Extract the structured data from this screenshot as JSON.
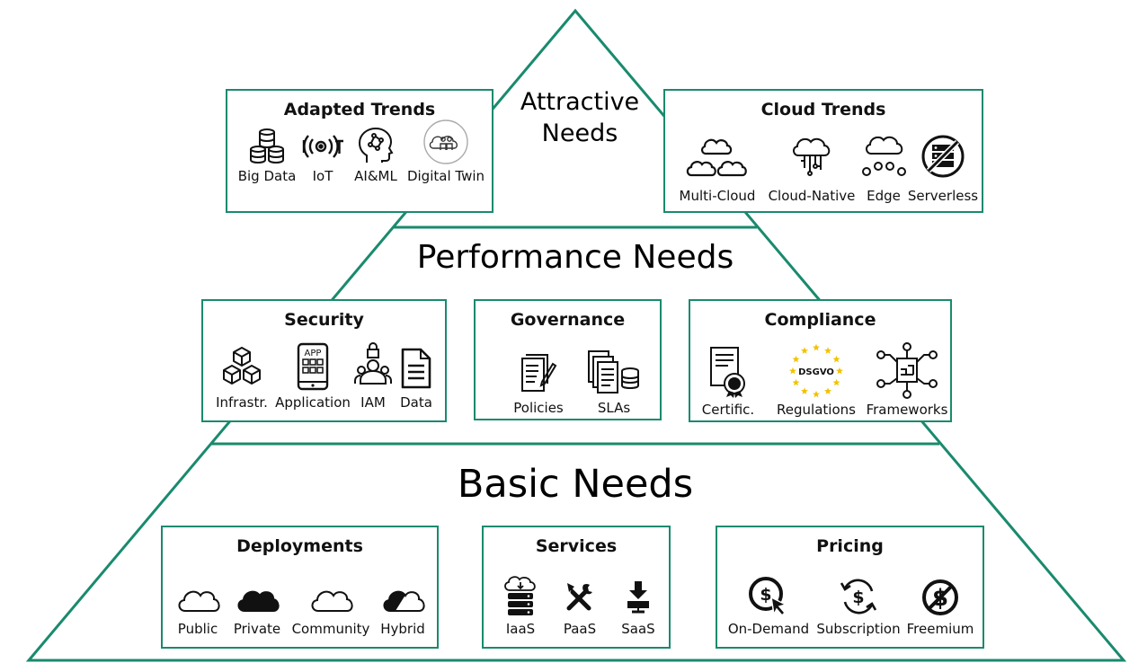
{
  "levels": {
    "attractive": "Attractive\nNeeds",
    "performance": "Performance Needs",
    "basic": "Basic Needs"
  },
  "boxes": {
    "adapted_trends": {
      "title": "Adapted Trends",
      "items": [
        "Big Data",
        "IoT",
        "AI&ML",
        "Digital Twin"
      ]
    },
    "cloud_trends": {
      "title": "Cloud Trends",
      "items": [
        "Multi-Cloud",
        "Cloud-Native",
        "Edge",
        "Serverless"
      ]
    },
    "security": {
      "title": "Security",
      "items": [
        "Infrastr.",
        "Application",
        "IAM",
        "Data"
      ]
    },
    "governance": {
      "title": "Governance",
      "items": [
        "Policies",
        "SLAs"
      ]
    },
    "compliance": {
      "title": "Compliance",
      "items": [
        "Certific.",
        "Regulations",
        "Frameworks"
      ]
    },
    "deployments": {
      "title": "Deployments",
      "items": [
        "Public",
        "Private",
        "Community",
        "Hybrid"
      ]
    },
    "services": {
      "title": "Services",
      "items": [
        "IaaS",
        "PaaS",
        "SaaS"
      ]
    },
    "pricing": {
      "title": "Pricing",
      "items": [
        "On-Demand",
        "Subscription",
        "Freemium"
      ]
    }
  },
  "icon_labels": {
    "app": "APP",
    "dsgvo": "DSGVO"
  },
  "colors": {
    "outline": "#1a8a6e",
    "icon": "#111111",
    "eu_star": "#f2c200"
  }
}
